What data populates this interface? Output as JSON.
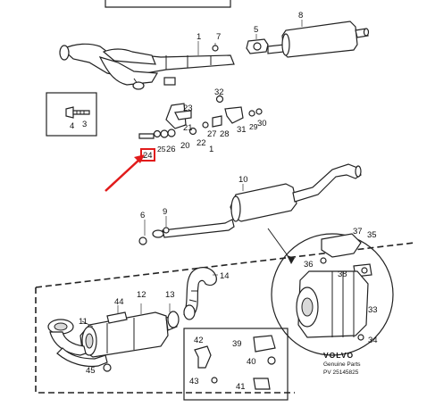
{
  "labels": {
    "p1": "1",
    "p7": "7",
    "p5": "5",
    "p8": "8",
    "p4": "4",
    "p3": "3",
    "p32": "32",
    "p23": "23",
    "p21": "21",
    "p26": "26",
    "p20": "20",
    "p22": "22",
    "p1b": "1",
    "p27": "27",
    "p28": "28",
    "p31": "31",
    "p29": "29",
    "p30": "30",
    "p25": "25",
    "p24": "24",
    "p10": "10",
    "p6": "6",
    "p9": "9",
    "p37": "37",
    "p35": "35",
    "p36": "36",
    "p38": "38",
    "p14": "14",
    "p44": "44",
    "p12": "12",
    "p13": "13",
    "p11": "11",
    "p33": "33",
    "p34": "34",
    "p42": "42",
    "p39": "39",
    "p40": "40",
    "p43": "43",
    "p41": "41",
    "p45": "45"
  },
  "brand": {
    "name": "VOLVO",
    "line1": "Genuine Parts",
    "line2": "PV 25145825"
  },
  "highlight": {
    "color": "#e11b1b",
    "target_part": "24"
  }
}
